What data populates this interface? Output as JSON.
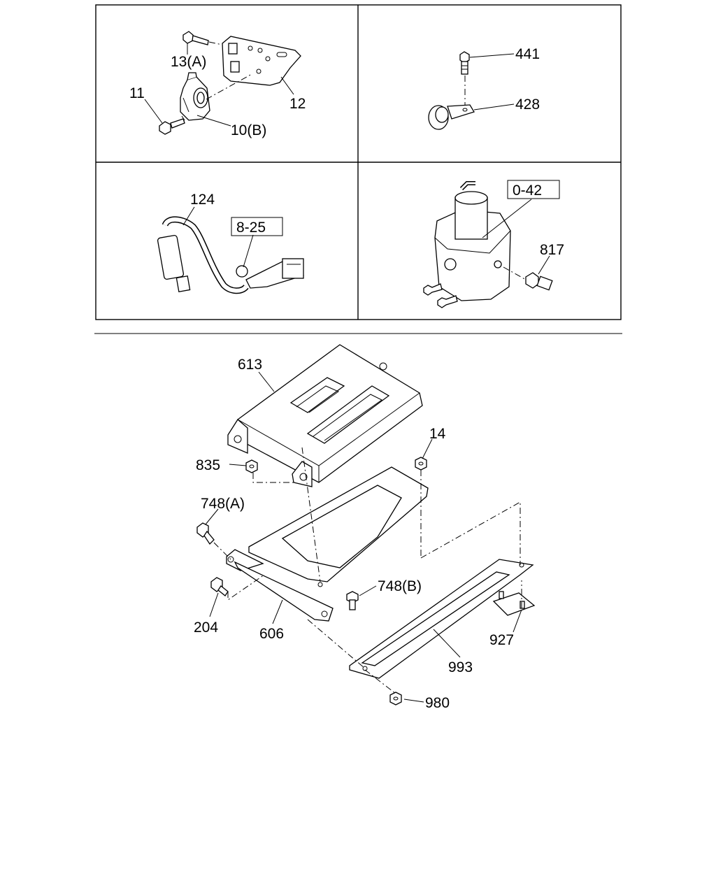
{
  "panels": {
    "top_left": {
      "labels": [
        "13(A)",
        "11",
        "12",
        "10(B)"
      ]
    },
    "top_right": {
      "labels": [
        "441",
        "428"
      ]
    },
    "mid_left": {
      "labels": [
        "124"
      ],
      "ref_box": "8-25"
    },
    "mid_right": {
      "labels": [
        "817"
      ],
      "ref_box": "0-42"
    }
  },
  "main": {
    "labels": {
      "l613": "613",
      "l14": "14",
      "l835": "835",
      "l748a": "748(A)",
      "l748b": "748(B)",
      "l204": "204",
      "l606": "606",
      "l927": "927",
      "l993": "993",
      "l980": "980"
    }
  }
}
